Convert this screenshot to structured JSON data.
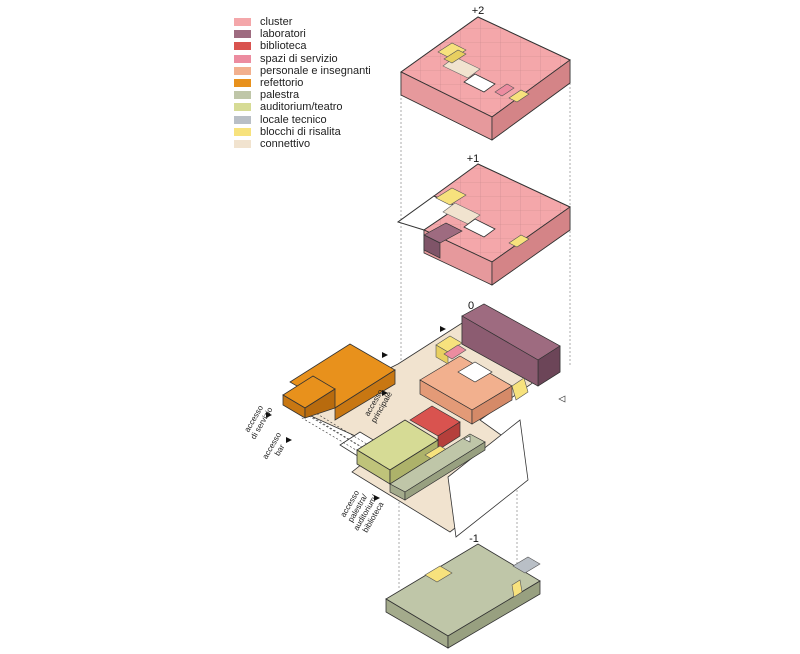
{
  "legend": [
    {
      "label": "cluster",
      "color": "#F4A7AA"
    },
    {
      "label": "laboratori",
      "color": "#9E6B80"
    },
    {
      "label": "biblioteca",
      "color": "#D9534F"
    },
    {
      "label": "spazi di servizio",
      "color": "#EC8CA0"
    },
    {
      "label": "personale e insegnanti",
      "color": "#F2B08E"
    },
    {
      "label": "refettorio",
      "color": "#E8911C"
    },
    {
      "label": "palestra",
      "color": "#BFC6A8"
    },
    {
      "label": "auditorium/teatro",
      "color": "#D6DB95"
    },
    {
      "label": "locale tecnico",
      "color": "#B9BFC6"
    },
    {
      "label": "blocchi di risalita",
      "color": "#F7E27D"
    },
    {
      "label": "connettivo",
      "color": "#F1E3CF"
    }
  ],
  "levels": {
    "plus2": "+2",
    "plus1": "+1",
    "ground": "0",
    "minus1": "-1"
  },
  "access": {
    "servizio": [
      "accesso",
      "di servizio"
    ],
    "principale": [
      "accesso",
      "principale"
    ],
    "bar": [
      "accesso",
      "bar"
    ],
    "palestra": [
      "accesso",
      "palestra/",
      "auditorium/",
      "biblioteca"
    ]
  }
}
